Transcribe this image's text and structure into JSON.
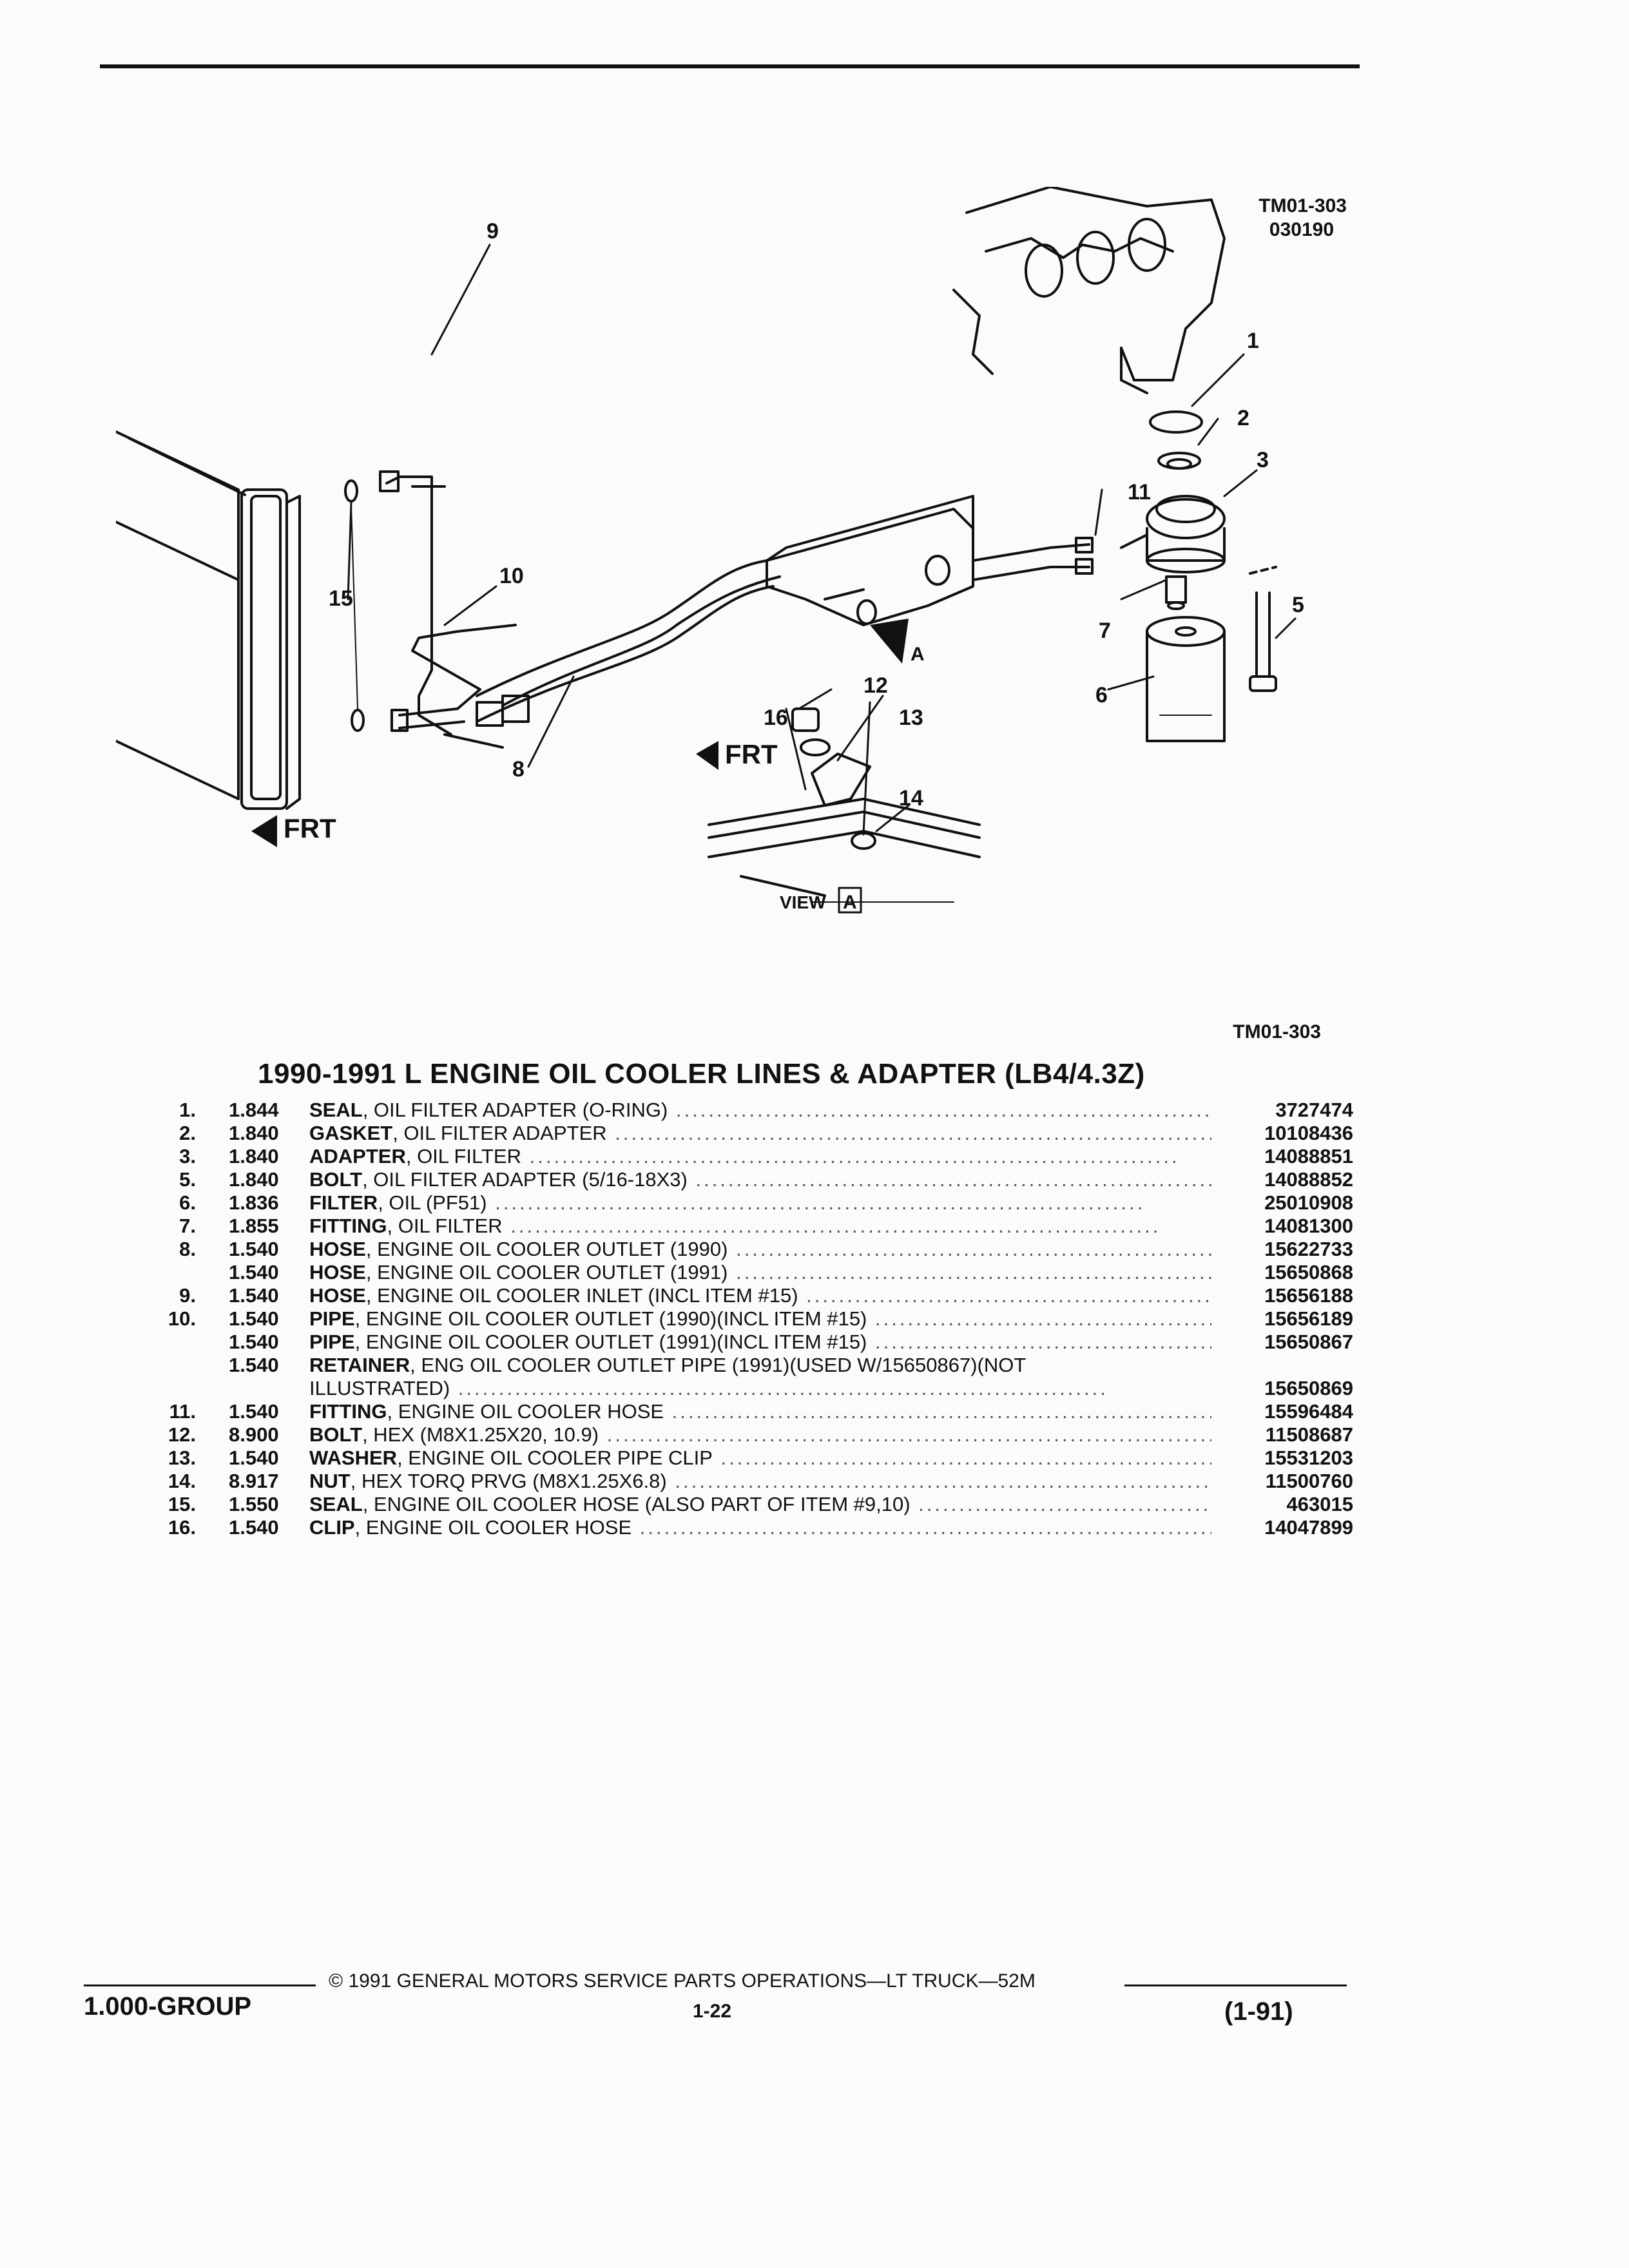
{
  "diagram": {
    "ref_code": "TM01-303",
    "ref_date": "030190",
    "front_label": "FRT",
    "view_label": "VIEW",
    "view_letter": "A",
    "callouts": [
      "1",
      "2",
      "3",
      "5",
      "6",
      "7",
      "8",
      "9",
      "10",
      "11",
      "12",
      "13",
      "14",
      "15",
      "16"
    ]
  },
  "table_ref": "TM01-303",
  "title": "1990-1991 L ENGINE OIL COOLER LINES & ADAPTER (LB4/4.3Z)",
  "parts": [
    {
      "num": "1.",
      "group": "1.844",
      "name": "SEAL",
      "desc": ", OIL FILTER ADAPTER (O-RING)",
      "pn": "3727474"
    },
    {
      "num": "2.",
      "group": "1.840",
      "name": "GASKET",
      "desc": ", OIL FILTER ADAPTER",
      "pn": "10108436"
    },
    {
      "num": "3.",
      "group": "1.840",
      "name": "ADAPTER",
      "desc": ", OIL FILTER",
      "pn": "14088851"
    },
    {
      "num": "5.",
      "group": "1.840",
      "name": "BOLT",
      "desc": ", OIL FILTER ADAPTER (5/16-18X3)",
      "pn": "14088852"
    },
    {
      "num": "6.",
      "group": "1.836",
      "name": "FILTER",
      "desc": ", OIL (PF51)",
      "pn": "25010908"
    },
    {
      "num": "7.",
      "group": "1.855",
      "name": "FITTING",
      "desc": ", OIL FILTER",
      "pn": "14081300"
    },
    {
      "num": "8.",
      "group": "1.540",
      "name": "HOSE",
      "desc": ", ENGINE OIL COOLER OUTLET (1990)",
      "pn": "15622733"
    },
    {
      "num": "",
      "group": "1.540",
      "name": "HOSE",
      "desc": ", ENGINE OIL COOLER OUTLET (1991)",
      "pn": "15650868"
    },
    {
      "num": "9.",
      "group": "1.540",
      "name": "HOSE",
      "desc": ", ENGINE OIL COOLER INLET (INCL ITEM #15)",
      "pn": "15656188"
    },
    {
      "num": "10.",
      "group": "1.540",
      "name": "PIPE",
      "desc": ", ENGINE OIL COOLER OUTLET (1990)(INCL ITEM #15)",
      "pn": "15656189"
    },
    {
      "num": "",
      "group": "1.540",
      "name": "PIPE",
      "desc": ", ENGINE OIL COOLER OUTLET (1991)(INCL ITEM #15)",
      "pn": "15650867"
    },
    {
      "num": "",
      "group": "1.540",
      "name": "RETAINER",
      "desc": ", ENG OIL COOLER OUTLET PIPE (1991)(USED W/15650867)(NOT",
      "desc2": "ILLUSTRATED)",
      "pn": "15650869"
    },
    {
      "num": "11.",
      "group": "1.540",
      "name": "FITTING",
      "desc": ", ENGINE OIL COOLER HOSE",
      "pn": "15596484"
    },
    {
      "num": "12.",
      "group": "8.900",
      "name": "BOLT",
      "desc": ", HEX (M8X1.25X20, 10.9)",
      "pn": "11508687"
    },
    {
      "num": "13.",
      "group": "1.540",
      "name": "WASHER",
      "desc": ", ENGINE OIL COOLER PIPE CLIP",
      "pn": "15531203"
    },
    {
      "num": "14.",
      "group": "8.917",
      "name": "NUT",
      "desc": ", HEX TORQ PRVG (M8X1.25X6.8)",
      "pn": "11500760"
    },
    {
      "num": "15.",
      "group": "1.550",
      "name": "SEAL",
      "desc": ", ENGINE OIL COOLER HOSE (ALSO PART OF ITEM #9,10)",
      "pn": "463015"
    },
    {
      "num": "16.",
      "group": "1.540",
      "name": "CLIP",
      "desc": ", ENGINE OIL COOLER HOSE",
      "pn": "14047899"
    }
  ],
  "footer": {
    "copyright": "© 1991 GENERAL MOTORS SERVICE PARTS OPERATIONS—LT TRUCK—52M",
    "page": "1-22",
    "group": "1.000-GROUP",
    "revision": "(1-91)"
  }
}
